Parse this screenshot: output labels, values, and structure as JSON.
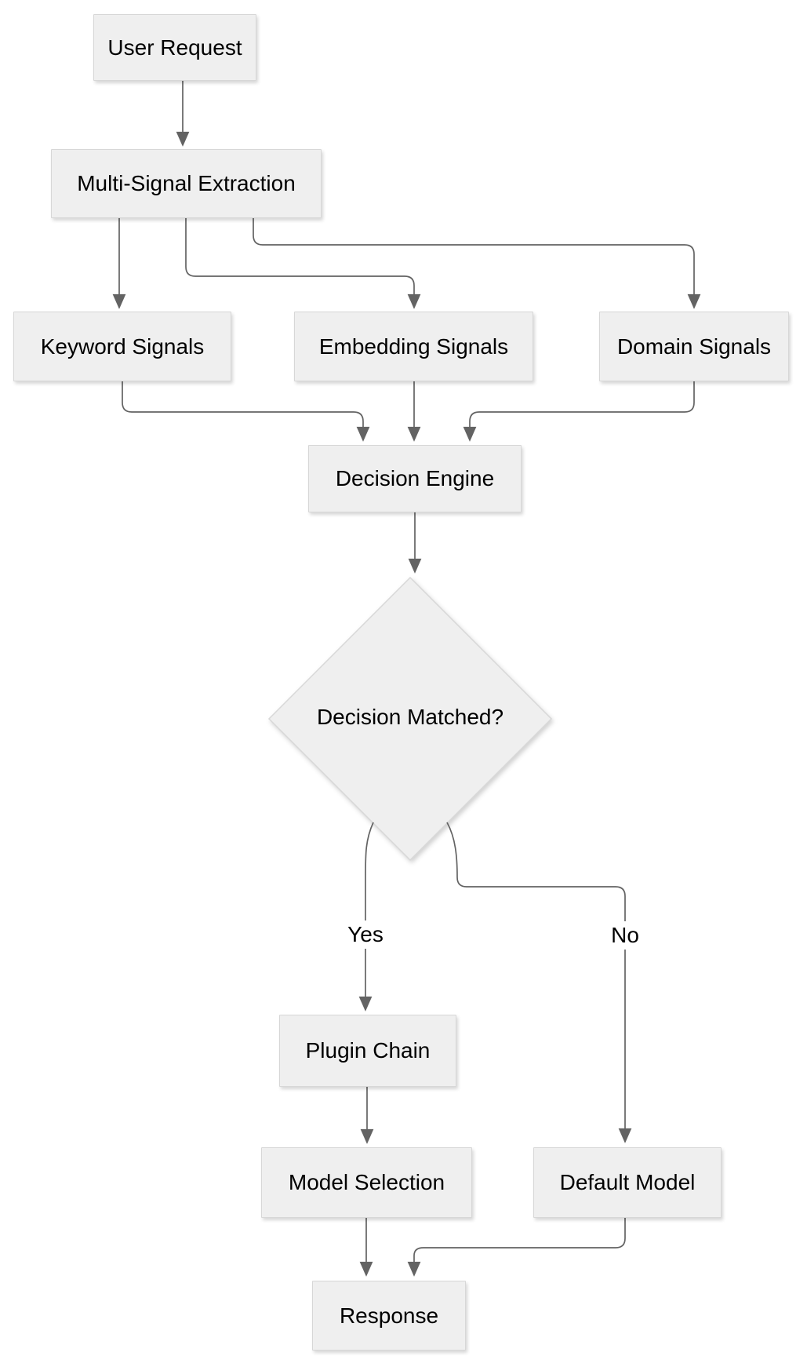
{
  "diagram": {
    "type": "flowchart",
    "direction": "top-down",
    "nodes": [
      {
        "id": "user_request",
        "label": "User Request",
        "shape": "rect"
      },
      {
        "id": "multi_signal_extraction",
        "label": "Multi-Signal Extraction",
        "shape": "rect"
      },
      {
        "id": "keyword_signals",
        "label": "Keyword Signals",
        "shape": "rect"
      },
      {
        "id": "embedding_signals",
        "label": "Embedding Signals",
        "shape": "rect"
      },
      {
        "id": "domain_signals",
        "label": "Domain Signals",
        "shape": "rect"
      },
      {
        "id": "decision_engine",
        "label": "Decision Engine",
        "shape": "rect"
      },
      {
        "id": "decision_matched",
        "label": "Decision Matched?",
        "shape": "diamond"
      },
      {
        "id": "plugin_chain",
        "label": "Plugin Chain",
        "shape": "rect"
      },
      {
        "id": "model_selection",
        "label": "Model Selection",
        "shape": "rect"
      },
      {
        "id": "default_model",
        "label": "Default Model",
        "shape": "rect"
      },
      {
        "id": "response",
        "label": "Response",
        "shape": "rect"
      }
    ],
    "edges": [
      {
        "from": "user_request",
        "to": "multi_signal_extraction",
        "label": ""
      },
      {
        "from": "multi_signal_extraction",
        "to": "keyword_signals",
        "label": ""
      },
      {
        "from": "multi_signal_extraction",
        "to": "embedding_signals",
        "label": ""
      },
      {
        "from": "multi_signal_extraction",
        "to": "domain_signals",
        "label": ""
      },
      {
        "from": "keyword_signals",
        "to": "decision_engine",
        "label": ""
      },
      {
        "from": "embedding_signals",
        "to": "decision_engine",
        "label": ""
      },
      {
        "from": "domain_signals",
        "to": "decision_engine",
        "label": ""
      },
      {
        "from": "decision_engine",
        "to": "decision_matched",
        "label": ""
      },
      {
        "from": "decision_matched",
        "to": "plugin_chain",
        "label": "Yes"
      },
      {
        "from": "decision_matched",
        "to": "default_model",
        "label": "No"
      },
      {
        "from": "plugin_chain",
        "to": "model_selection",
        "label": ""
      },
      {
        "from": "model_selection",
        "to": "response",
        "label": ""
      },
      {
        "from": "default_model",
        "to": "response",
        "label": ""
      }
    ],
    "colors": {
      "background": "#ffffff",
      "node_fill": "#efefef",
      "node_border": "#d7d7d7",
      "edge": "#636363",
      "text": "#000000"
    }
  }
}
